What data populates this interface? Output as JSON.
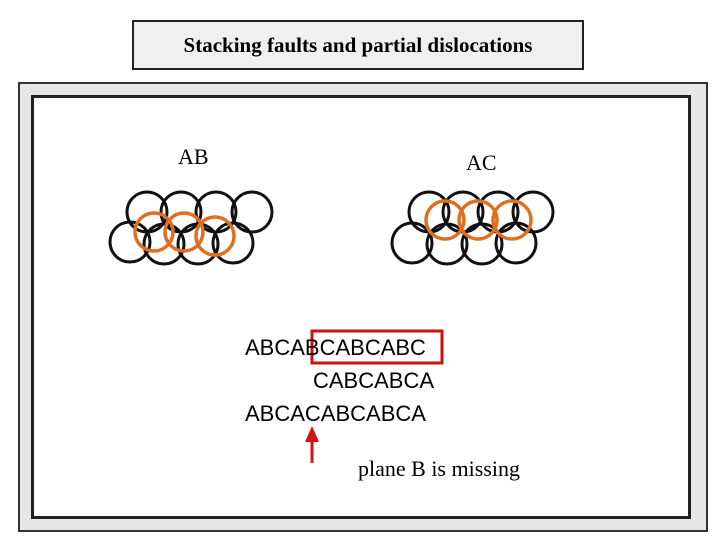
{
  "title": "Stacking faults and partial dislocations",
  "diagram": {
    "left_label": "AB",
    "right_label": "AC",
    "sequence_lines": [
      "ABCABCABCABC",
      "CABCABCA",
      "ABCACABCABCA"
    ],
    "note": "plane B is missing"
  },
  "colors": {
    "sphere_outline": "#111111",
    "stacked_sphere": "#e07020",
    "highlight_box": "#cc1111",
    "arrow": "#dd1111",
    "frame_bg": "#e6e6e6"
  }
}
